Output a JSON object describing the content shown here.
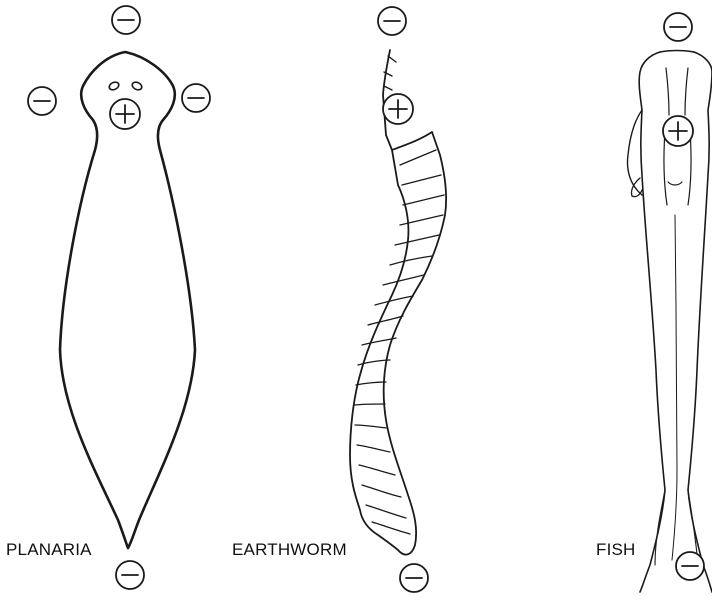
{
  "figure": {
    "organisms": [
      {
        "name": "PLANARIA"
      },
      {
        "name": "EARTHWORM"
      },
      {
        "name": "FISH"
      }
    ],
    "poles": {
      "positive": "+",
      "negative": "−"
    }
  }
}
